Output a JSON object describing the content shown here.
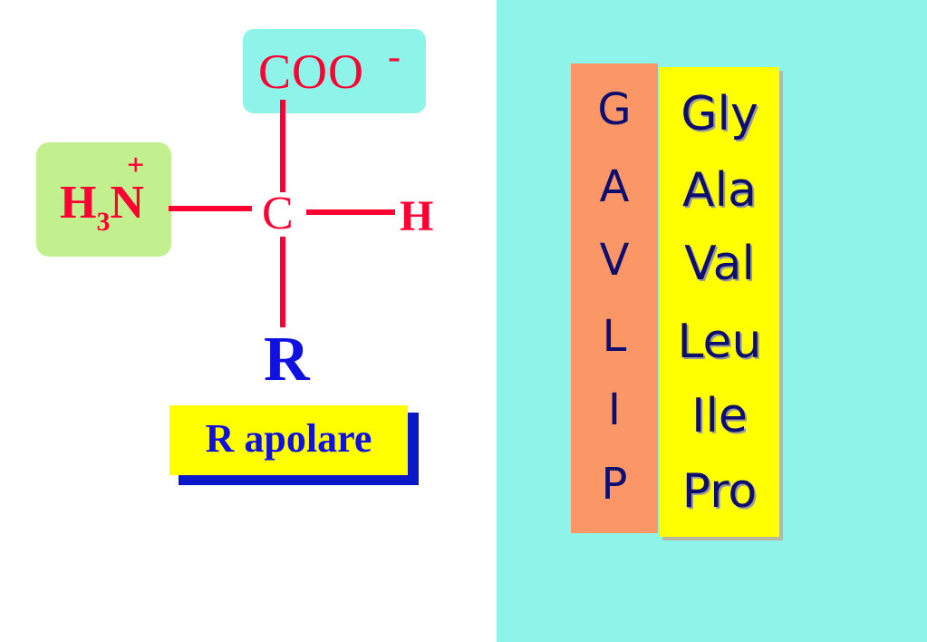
{
  "structure": {
    "carboxylate": "COO",
    "carboxylate_charge": "-",
    "amine_h": "H",
    "amine_sub": "3",
    "amine_n": "N",
    "amine_charge": "+",
    "alpha_carbon": "C",
    "hydrogen": "H",
    "side_chain": "R",
    "side_chain_label": "R apolare"
  },
  "amino_acids": {
    "letters": [
      "G",
      "A",
      "V",
      "L",
      "I",
      "P"
    ],
    "abbreviations": [
      "Gly",
      "Ala",
      "Val",
      "Leu",
      "Ile",
      "Pro"
    ]
  },
  "colors": {
    "right_panel": "#8ef4ea",
    "coo_box": "#8ef4ea",
    "h3n_box": "#c3f08f",
    "bond": "#ff0033",
    "r_text": "#1010e0",
    "label_box": "#ffff00",
    "letter_column": "#fb9666",
    "abbr_column": "#ffff00"
  }
}
